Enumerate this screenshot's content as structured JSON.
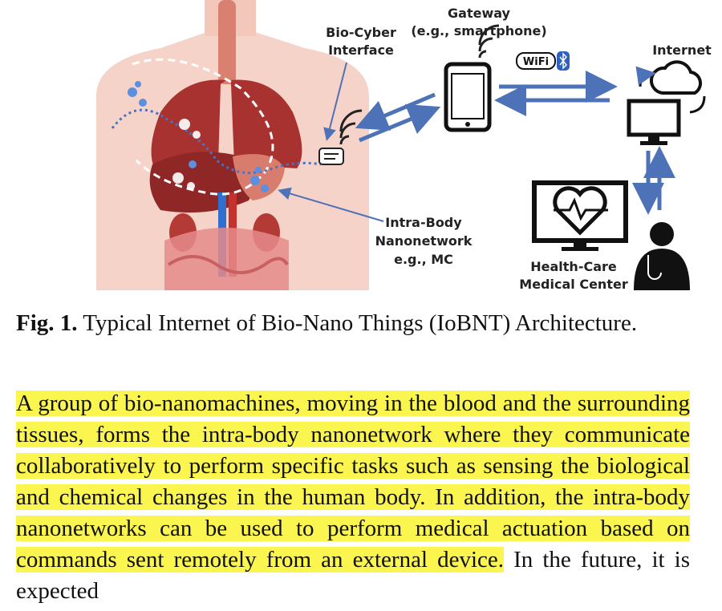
{
  "figure": {
    "labels": {
      "gateway": "Gateway",
      "gateway_example": "(e.g., smartphone)",
      "bio_cyber_1": "Bio-Cyber",
      "bio_cyber_2": "Interface",
      "internet": "Internet",
      "intra_body_1": "Intra-Body",
      "intra_body_2": "Nanonetwork",
      "intra_body_3": "e.g., MC",
      "health_care_1": "Health-Care",
      "health_care_2": "Medical Center",
      "wifi": "WiFi"
    },
    "icons": [
      "body-organs",
      "smartphone-icon",
      "wifi-badge-icon",
      "bluetooth-icon",
      "cloud-icon",
      "computer-icon",
      "heart-monitor-icon",
      "doctor-icon",
      "signal-waves-icon",
      "bio-cyber-device-icon"
    ],
    "colors": {
      "arrow": "#4e72b8",
      "organ": "#b23a3a",
      "skin": "#f6d3c8",
      "highlight": "#fbf64f"
    }
  },
  "caption": {
    "label": "Fig. 1.",
    "text": "Typical Internet of Bio-Nano Things (IoBNT) Architecture."
  },
  "paragraph": {
    "highlighted": "A group of bio-nanomachines, moving in the blood and the surrounding tissues, forms the intra-body nanonetwork where they communicate collaboratively to perform specific tasks such as sensing the biological and chemical changes in the human body. In addition, the intra-body nanonetworks can be used to perform medical actuation based on commands sent remotely from an external device.",
    "rest": "In the future, it is expected"
  }
}
